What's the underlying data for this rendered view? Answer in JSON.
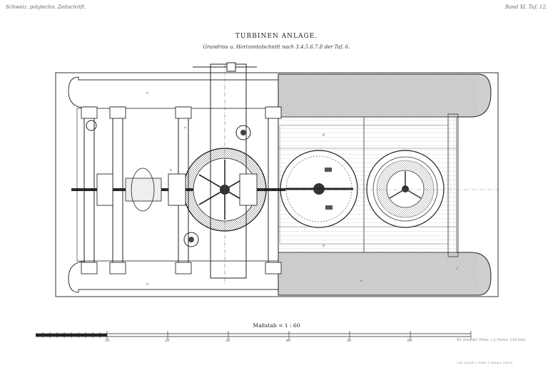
{
  "header": {
    "left": "Schweiz. polytechn. Zeitschrift.",
    "right": "Band XI. Taf. 12."
  },
  "drawing": {
    "title": "TURBINEN ANLAGE.",
    "subtitle": "Grundriss u. Horizontalschnitt nach 3.4.5.6.7.8 der Taf. 6.",
    "scale_title": "Maßstab = 1 : 60"
  },
  "scale_bar": {
    "ticks": [
      "10",
      "20",
      "30",
      "40",
      "50",
      "60"
    ]
  },
  "imprint": {
    "right_top": "Wl. Schurter. Photo. v. J. Furrer. 1/10 Schl.",
    "right_bottom": "Lith. Anstalt v. Hofer & Burger, Zürich."
  },
  "labels": [
    "a",
    "b",
    "c",
    "d",
    "e",
    "f",
    "g",
    "h"
  ]
}
